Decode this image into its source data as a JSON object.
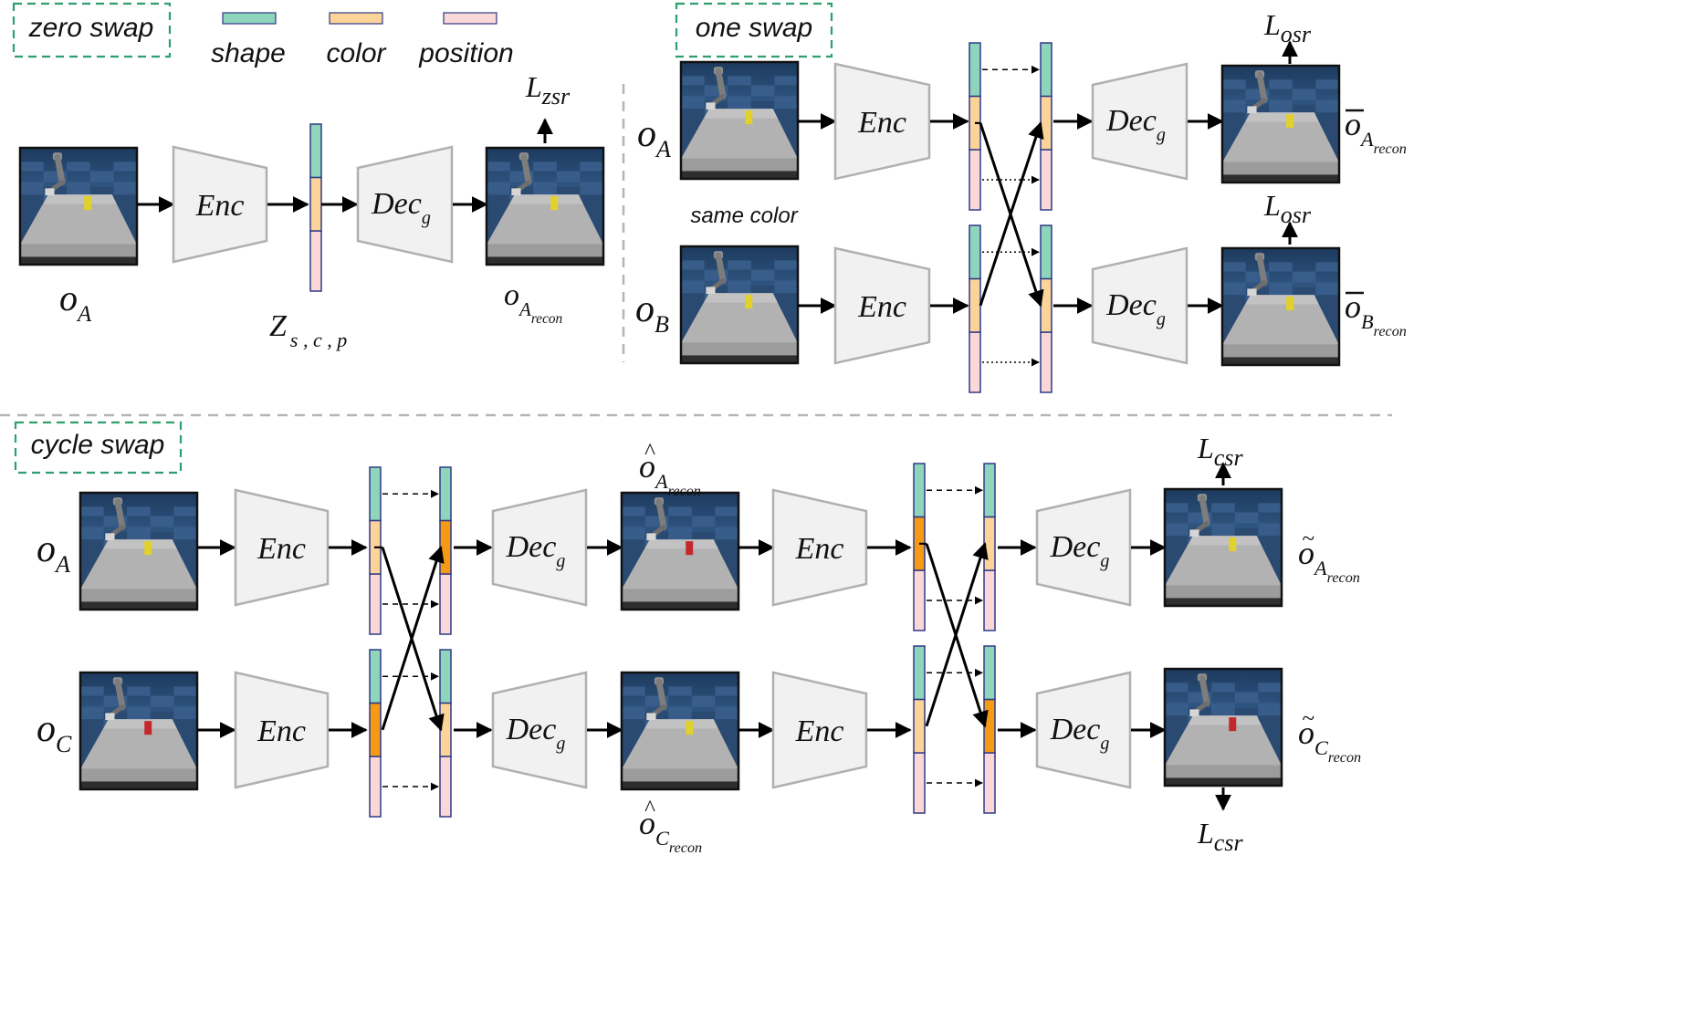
{
  "sections": {
    "zero_swap": "zero swap",
    "one_swap": "one swap",
    "cycle_swap": "cycle swap"
  },
  "legend": {
    "shape": "shape",
    "color": "color",
    "position": "position"
  },
  "blocks": {
    "enc": "Enc",
    "dec": "Dec",
    "dec_sub": "g"
  },
  "annotations": {
    "same_color": "same color"
  },
  "symbols": {
    "o": "o",
    "A": "A",
    "B": "B",
    "C": "C",
    "recon": "recon",
    "L": "L",
    "zsr": "zsr",
    "osr": "osr",
    "csr": "csr",
    "z": "Z",
    "z_sub": "s , c , p",
    "hat": "^",
    "tilde": "~"
  },
  "colors": {
    "shape": "#8ed5bb",
    "color": "#fcd49a",
    "color_swapped": "#f59a14",
    "position": "#fbd8d8",
    "vector_border": "#2e3a87",
    "block_fill": "#f1f1f1",
    "block_stroke": "#b0b0b0",
    "dash_box": "#2e9e6e",
    "divider": "#b5b5b5"
  }
}
